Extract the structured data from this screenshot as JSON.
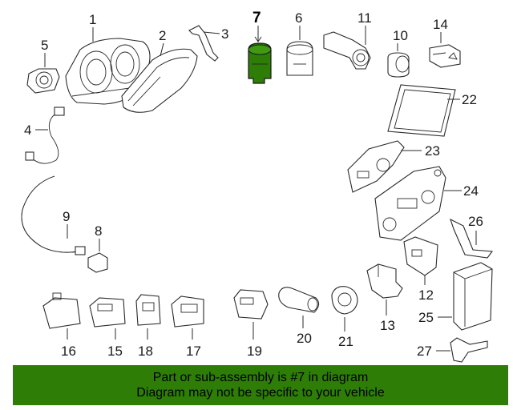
{
  "diagram": {
    "highlighted_part": "7",
    "highlight_color": "#2e7d06",
    "callouts": {
      "c1": "1",
      "c2": "2",
      "c3": "3",
      "c4": "4",
      "c5": "5",
      "c6": "6",
      "c7": "7",
      "c8": "8",
      "c9": "9",
      "c10": "10",
      "c11": "11",
      "c12": "12",
      "c13": "13",
      "c14": "14",
      "c15": "15",
      "c16": "16",
      "c17": "17",
      "c18": "18",
      "c19": "19",
      "c20": "20",
      "c21": "21",
      "c22": "22",
      "c23": "23",
      "c24": "24",
      "c25": "25",
      "c26": "26",
      "c27": "27"
    }
  },
  "banner": {
    "line1": "Part or sub-assembly is #7 in diagram",
    "line2": "Diagram may not be specific to your vehicle",
    "background": "#2e7d06"
  }
}
